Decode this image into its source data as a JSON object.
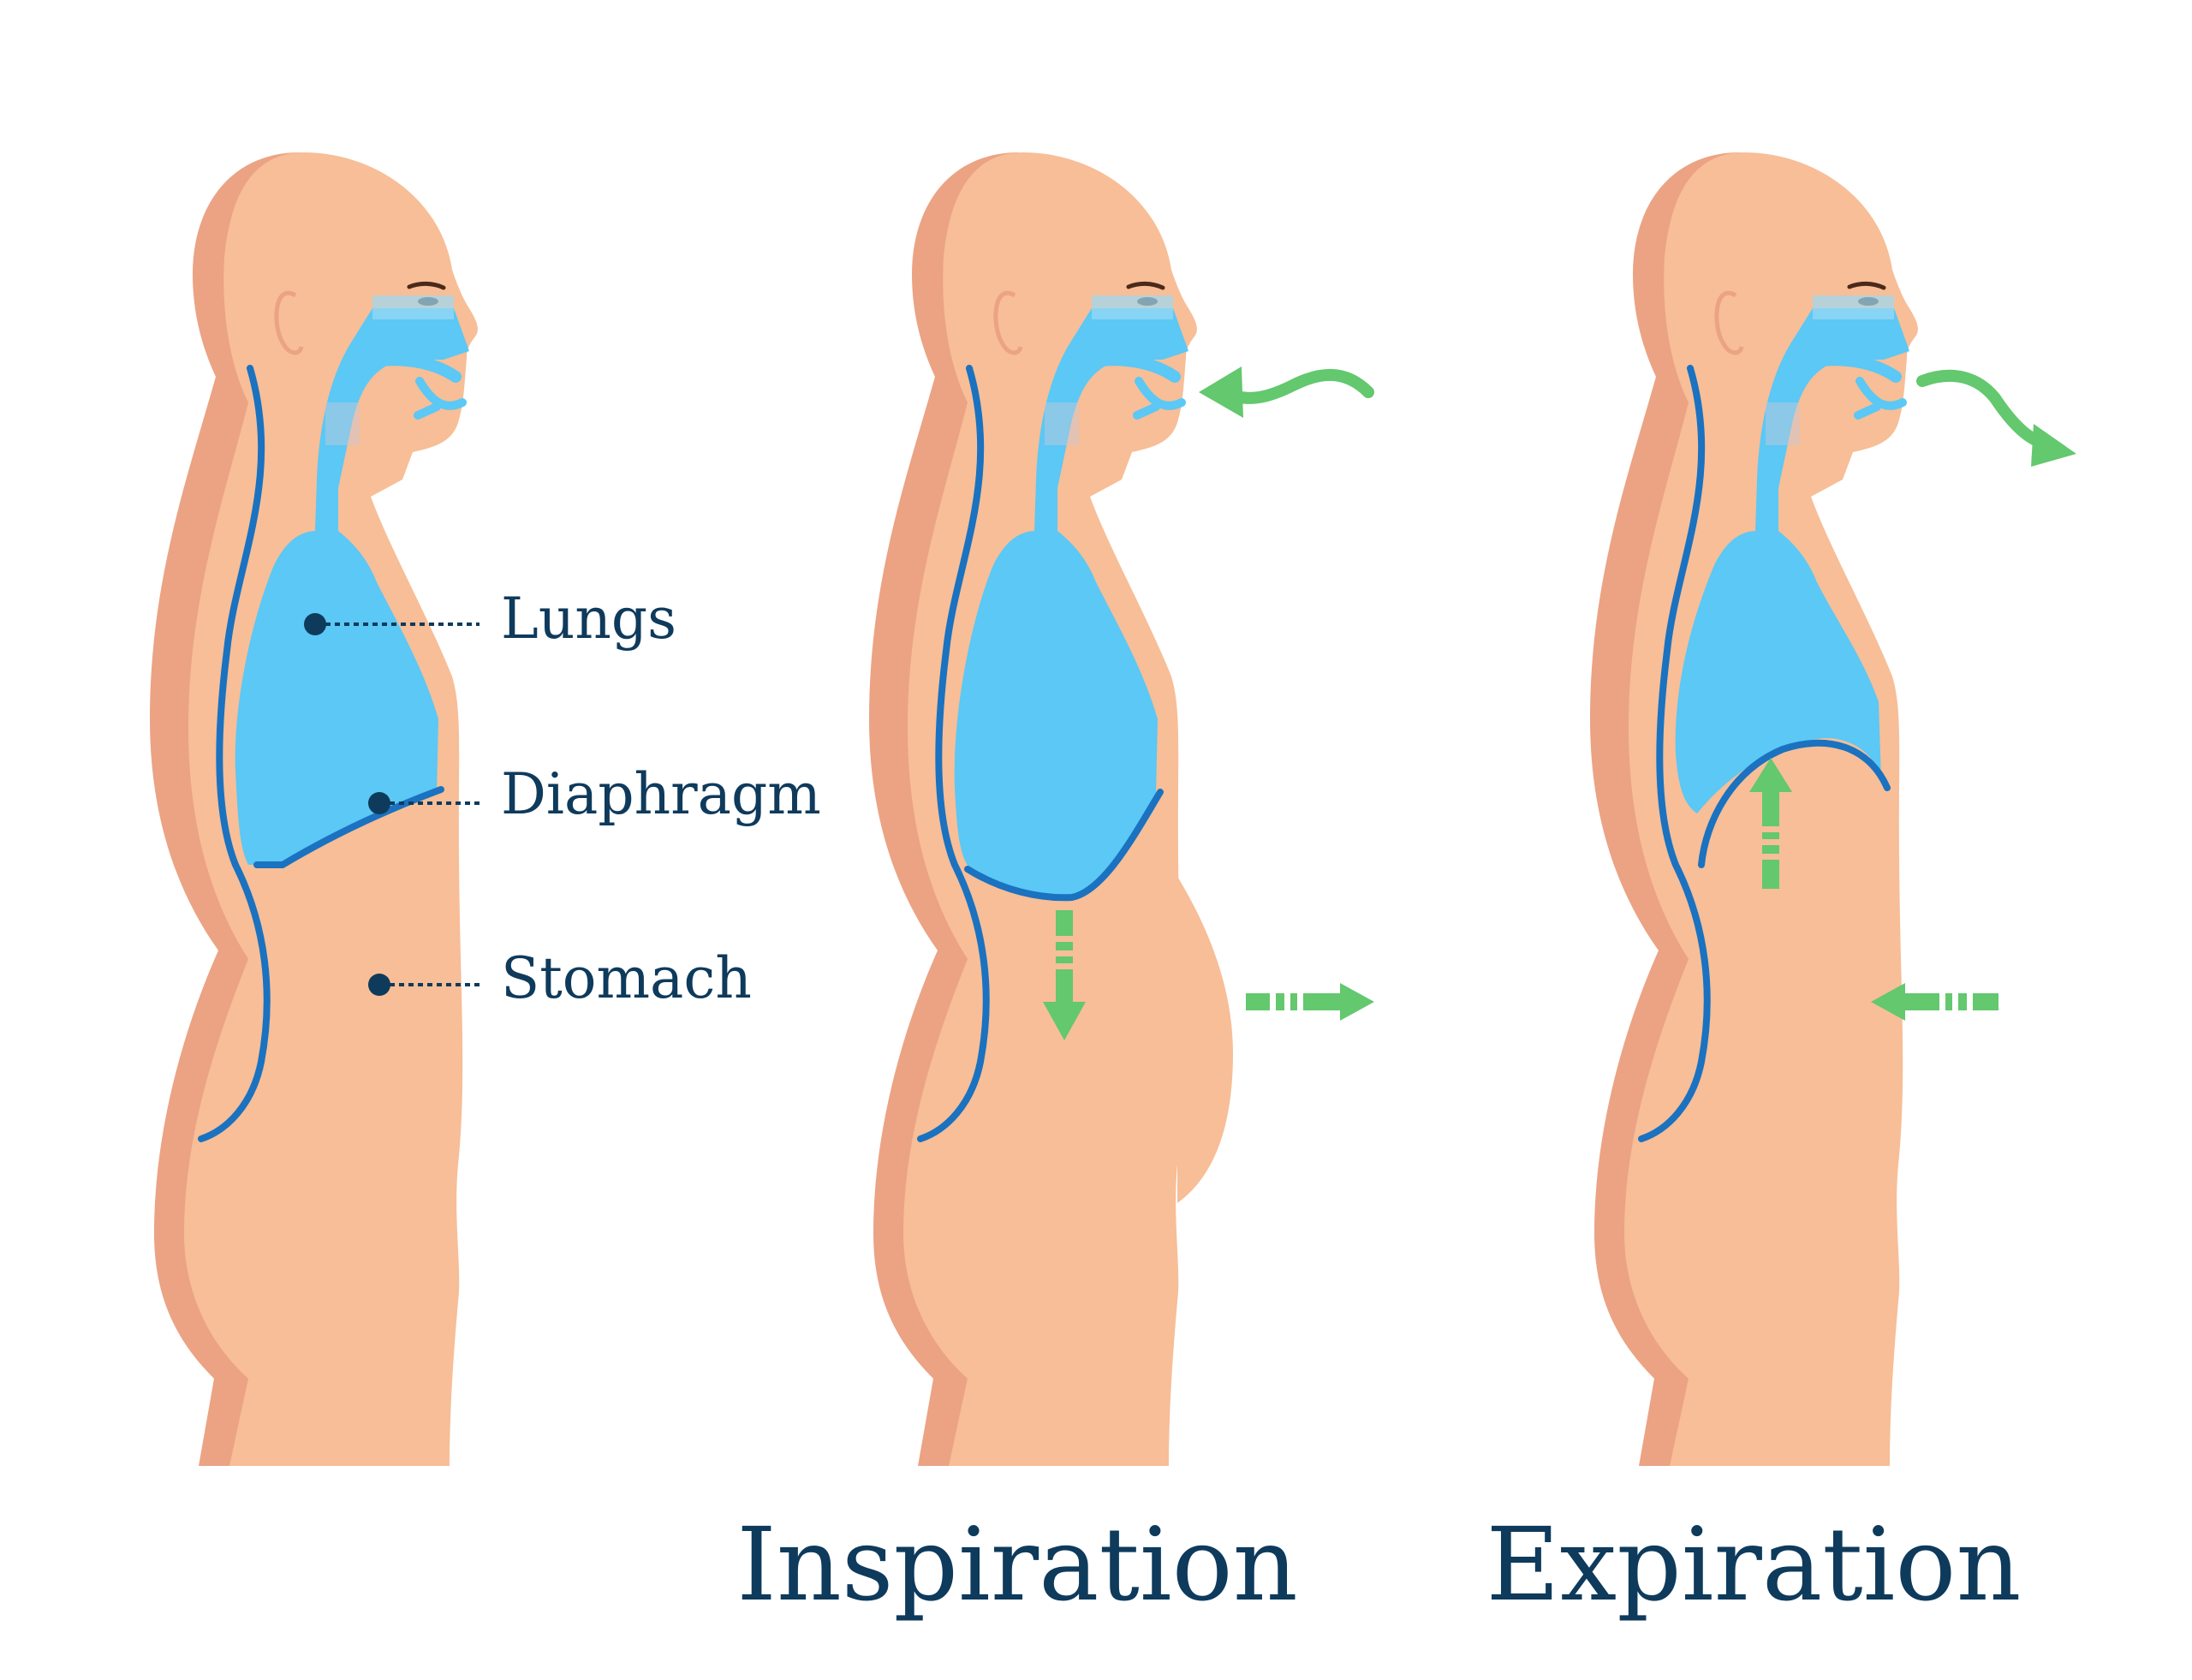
{
  "labels": {
    "lungs": "Lungs",
    "diaphragm": "Diaphragm",
    "stomach": "Stomach"
  },
  "captions": {
    "inspiration": "Inspiration",
    "expiration": "Expiration"
  },
  "colors": {
    "skin": "#F7BE97",
    "skin_shadow": "#EBA384",
    "airway": "#5BC8F5",
    "diaphragm_line": "#1A72C0",
    "arrow": "#63C86E",
    "label": "#0E3A5C"
  }
}
